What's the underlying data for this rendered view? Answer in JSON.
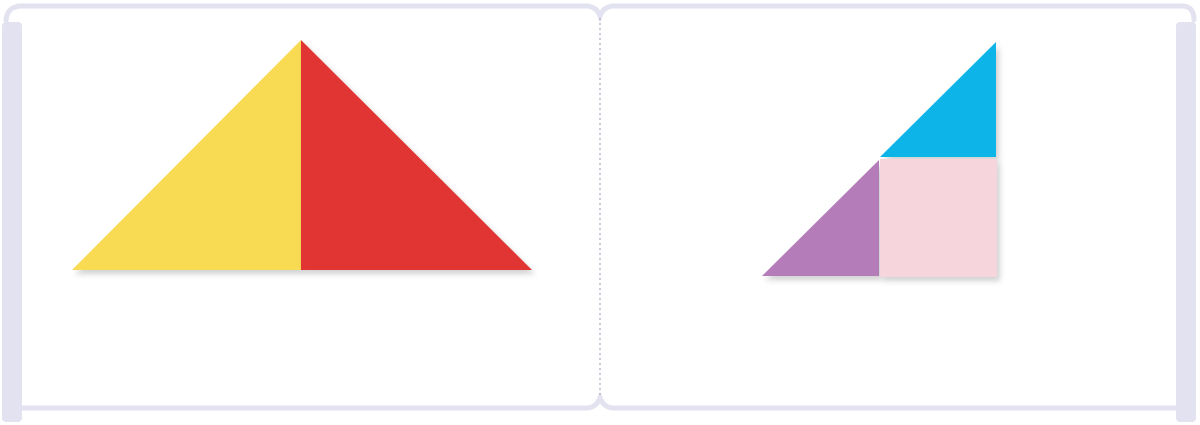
{
  "colors": {
    "frame": "#e2e2f0",
    "divider": "#b8b8cc",
    "background": "#ffffff",
    "yellow": "#f8da52",
    "red": "#e03630",
    "blue": "#10b4e8",
    "purple": "#b47cb8",
    "pink": "#f6d6dc"
  },
  "panels": {
    "left": {
      "pieces": [
        "yellow-triangle",
        "red-triangle"
      ]
    },
    "right": {
      "pieces": [
        "blue-triangle",
        "purple-triangle",
        "pink-square"
      ]
    }
  }
}
